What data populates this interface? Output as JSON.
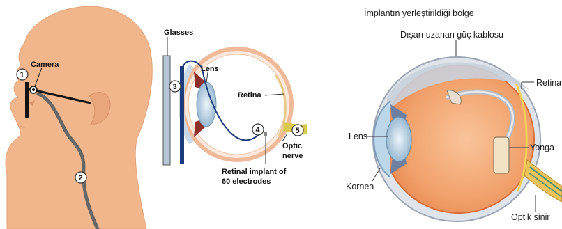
{
  "left_diagram": {
    "labels": {
      "camera": "Camera",
      "glasses": "Glasses",
      "lens": "Lens",
      "retina": "Retina",
      "optic_nerve_line1": "Optic",
      "optic_nerve_line2": "nerve",
      "implant_line1": "Retinal implant of",
      "implant_line2": "60 electrodes"
    },
    "markers": [
      "1",
      "2",
      "3",
      "4",
      "5"
    ]
  },
  "right_diagram": {
    "labels": {
      "title": "İmplantın yerleştirildiği bölge",
      "cable": "Dışarı uzanan güç kablosu",
      "retina": "Retina",
      "chip": "Yonga",
      "lens": "Lens",
      "cornea": "Kornea",
      "optic_nerve": "Optik sinir"
    }
  }
}
